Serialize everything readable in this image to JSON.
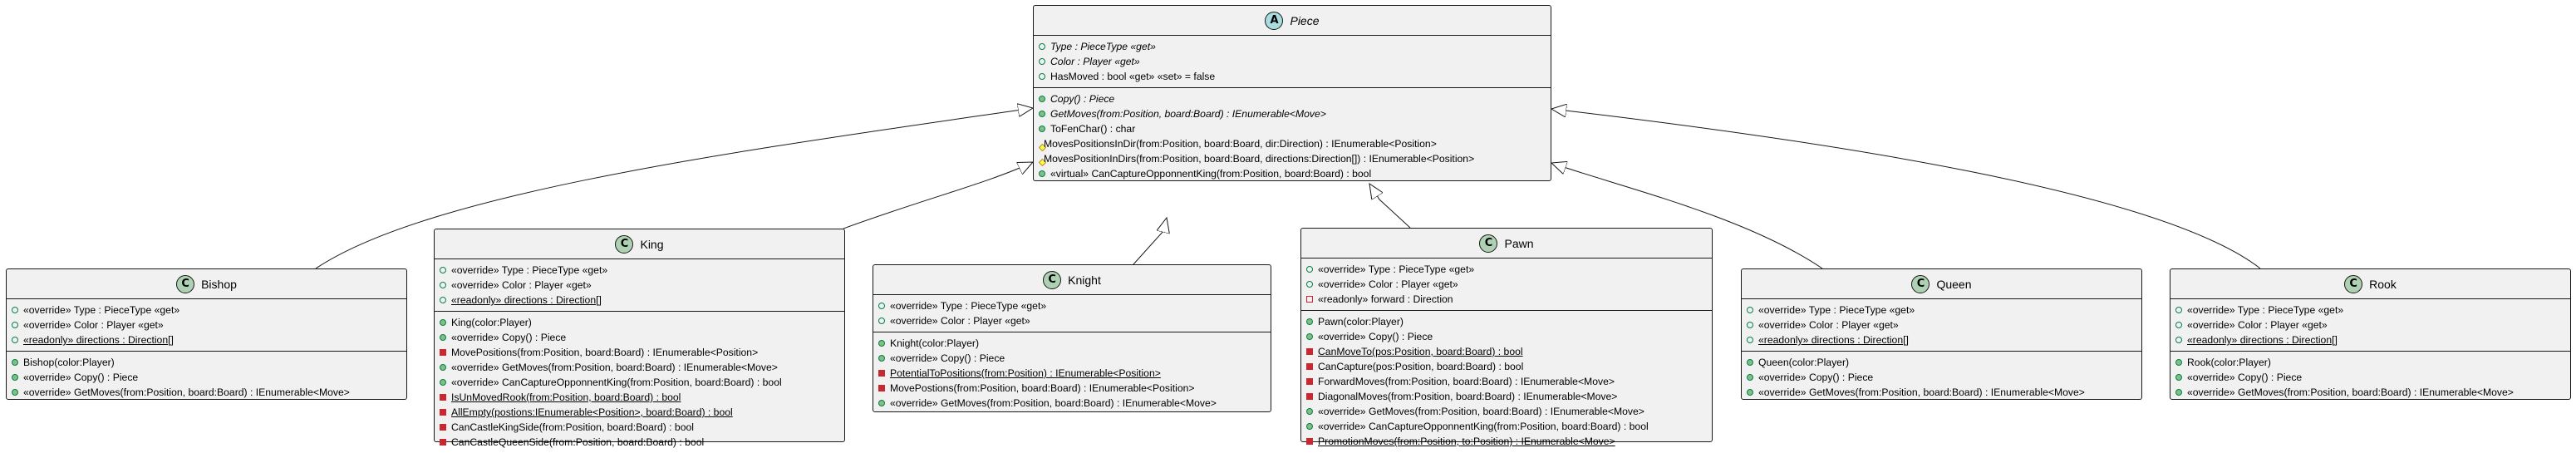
{
  "classes": {
    "piece": {
      "name": "Piece",
      "kind": "abstract",
      "badge": "A",
      "fields": [
        {
          "vis": "public",
          "text": "Type : PieceType «get»",
          "italic": true
        },
        {
          "vis": "public",
          "text": "Color : Player «get»",
          "italic": true
        },
        {
          "vis": "public",
          "text": "HasMoved : bool «get» «set» = false"
        }
      ],
      "methods": [
        {
          "vis": "public",
          "text": "Copy() : Piece",
          "italic": true
        },
        {
          "vis": "public",
          "text": "GetMoves(from:Position, board:Board) : IEnumerable<Move>",
          "italic": true
        },
        {
          "vis": "public",
          "text": "ToFenChar() : char"
        },
        {
          "vis": "protected",
          "text": "MovesPositionsInDir(from:Position, board:Board, dir:Direction) : IEnumerable<Position>"
        },
        {
          "vis": "protected",
          "text": "MovesPositionInDirs(from:Position, board:Board, directions:Direction[]) : IEnumerable<Position>"
        },
        {
          "vis": "public",
          "text": "«virtual» CanCaptureOpponnentKing(from:Position, board:Board) : bool"
        }
      ]
    },
    "bishop": {
      "name": "Bishop",
      "badge": "C",
      "fields": [
        {
          "vis": "public",
          "text": "«override» Type : PieceType «get»"
        },
        {
          "vis": "public",
          "text": "«override» Color : Player «get»"
        },
        {
          "vis": "public",
          "text": "«readonly» directions : Direction[]",
          "underline": true
        }
      ],
      "methods": [
        {
          "vis": "public",
          "text": "Bishop(color:Player)"
        },
        {
          "vis": "public",
          "text": "«override» Copy() : Piece"
        },
        {
          "vis": "public",
          "text": "«override» GetMoves(from:Position, board:Board) : IEnumerable<Move>"
        }
      ]
    },
    "king": {
      "name": "King",
      "badge": "C",
      "fields": [
        {
          "vis": "public",
          "text": "«override» Type : PieceType «get»"
        },
        {
          "vis": "public",
          "text": "«override» Color : Player «get»"
        },
        {
          "vis": "public",
          "text": "«readonly» directions : Direction[]",
          "underline": true
        }
      ],
      "methods": [
        {
          "vis": "public",
          "text": "King(color:Player)"
        },
        {
          "vis": "public",
          "text": "«override» Copy() : Piece"
        },
        {
          "vis": "private",
          "text": "MovePositions(from:Position, board:Board) : IEnumerable<Position>"
        },
        {
          "vis": "public",
          "text": "«override» GetMoves(from:Position, board:Board) : IEnumerable<Move>"
        },
        {
          "vis": "public",
          "text": "«override» CanCaptureOpponnentKing(from:Position, board:Board) : bool"
        },
        {
          "vis": "private",
          "text": "IsUnMovedRook(from:Position, board:Board) : bool",
          "underline": true
        },
        {
          "vis": "private",
          "text": "AllEmpty(postions:IEnumerable<Position>, board:Board) : bool",
          "underline": true
        },
        {
          "vis": "private",
          "text": "CanCastleKingSide(from:Position, board:Board) : bool"
        },
        {
          "vis": "private",
          "text": "CanCastleQueenSide(from:Position, board:Board) : bool"
        }
      ]
    },
    "knight": {
      "name": "Knight",
      "badge": "C",
      "fields": [
        {
          "vis": "public",
          "text": "«override» Type : PieceType «get»"
        },
        {
          "vis": "public",
          "text": "«override» Color : Player «get»"
        }
      ],
      "methods": [
        {
          "vis": "public",
          "text": "Knight(color:Player)"
        },
        {
          "vis": "public",
          "text": "«override» Copy() : Piece"
        },
        {
          "vis": "private",
          "text": "PotentialToPositions(from:Position) : IEnumerable<Position>",
          "underline": true
        },
        {
          "vis": "private",
          "text": "MovePostions(from:Position, board:Board) : IEnumerable<Position>"
        },
        {
          "vis": "public",
          "text": "«override» GetMoves(from:Position, board:Board) : IEnumerable<Move>"
        }
      ]
    },
    "pawn": {
      "name": "Pawn",
      "badge": "C",
      "fields": [
        {
          "vis": "public",
          "text": "«override» Type : PieceType «get»"
        },
        {
          "vis": "public",
          "text": "«override» Color : Player «get»"
        },
        {
          "vis": "private-field",
          "text": "«readonly» forward : Direction"
        }
      ],
      "methods": [
        {
          "vis": "public",
          "text": "Pawn(color:Player)"
        },
        {
          "vis": "public",
          "text": "«override» Copy() : Piece"
        },
        {
          "vis": "private",
          "text": "CanMoveTo(pos:Position, board:Board) : bool",
          "underline": true
        },
        {
          "vis": "private",
          "text": "CanCapture(pos:Position, board:Board) : bool"
        },
        {
          "vis": "private",
          "text": "ForwardMoves(from:Position, board:Board) : IEnumerable<Move>"
        },
        {
          "vis": "private",
          "text": "DiagonalMoves(from:Position, board:Board) : IEnumerable<Move>"
        },
        {
          "vis": "public",
          "text": "«override» GetMoves(from:Position, board:Board) : IEnumerable<Move>"
        },
        {
          "vis": "public",
          "text": "«override» CanCaptureOpponnentKing(from:Position, board:Board) : bool"
        },
        {
          "vis": "private",
          "text": "PromotionMoves(from:Position, to:Position) : IEnumerable<Move>",
          "underline": true
        }
      ]
    },
    "queen": {
      "name": "Queen",
      "badge": "C",
      "fields": [
        {
          "vis": "public",
          "text": "«override» Type : PieceType «get»"
        },
        {
          "vis": "public",
          "text": "«override» Color : Player «get»"
        },
        {
          "vis": "public",
          "text": "«readonly» directions : Direction[]",
          "underline": true
        }
      ],
      "methods": [
        {
          "vis": "public",
          "text": "Queen(color:Player)"
        },
        {
          "vis": "public",
          "text": "«override» Copy() : Piece"
        },
        {
          "vis": "public",
          "text": "«override» GetMoves(from:Position, board:Board) : IEnumerable<Move>"
        }
      ]
    },
    "rook": {
      "name": "Rook",
      "badge": "C",
      "fields": [
        {
          "vis": "public",
          "text": "«override» Type : PieceType «get»"
        },
        {
          "vis": "public",
          "text": "«override» Color : Player «get»"
        },
        {
          "vis": "public",
          "text": "«readonly» directions : Direction[]",
          "underline": true
        }
      ],
      "methods": [
        {
          "vis": "public",
          "text": "Rook(color:Player)"
        },
        {
          "vis": "public",
          "text": "«override» Copy() : Piece"
        },
        {
          "vis": "public",
          "text": "«override» GetMoves(from:Position, board:Board) : IEnumerable<Move>"
        }
      ]
    }
  },
  "colors": {
    "class_fill": "#f1f1f1",
    "border": "#181818",
    "class_badge": "#add1b2",
    "abstract_badge": "#a9dcdf",
    "public": "#038048",
    "private": "#c82930",
    "protected": "#b38d22"
  }
}
